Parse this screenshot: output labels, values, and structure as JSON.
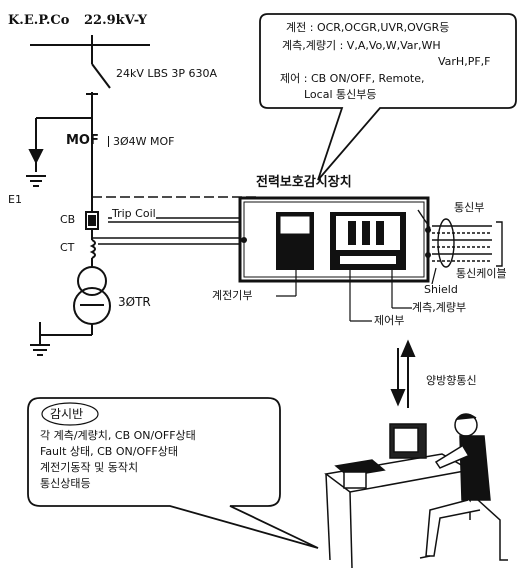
{
  "header": {
    "utility": "K.E.P.Co",
    "voltage": "22.9kV-Y"
  },
  "single_line": {
    "lbs_label": "24kV LBS 3P 630A",
    "mof_label": "MOF",
    "mof_desc": "3Ø4W MOF",
    "ground_label": "E1",
    "cb_label": "CB",
    "trip_coil_label": "Trip Coil",
    "ct_label": "CT",
    "tr_label": "3ØTR"
  },
  "callout_top": {
    "line1": "계전 : OCR,OCGR,UVR,OVGR등",
    "line2": "계측,계량기 : V,A,Vo,W,Var,WH",
    "line3": "VarH,PF,F",
    "line4": "제어 : CB ON/OFF, Remote,",
    "line5": "Local 통신부등"
  },
  "device": {
    "title": "전력보호감시장치",
    "comm_label": "통신부",
    "cable_label": "통신케이블",
    "shield_label": "Shield",
    "relay_label": "계전기부",
    "measure_label": "계측,계량부",
    "control_label": "제어부"
  },
  "link": {
    "label": "양방향통신"
  },
  "callout_bottom": {
    "title": "감시반",
    "line1": "각 계측/계량치, CB ON/OFF상태",
    "line2": "Fault 상태, CB ON/OFF상태",
    "line3": "계전기동작 및 동작치",
    "line4": "통신상태등"
  }
}
